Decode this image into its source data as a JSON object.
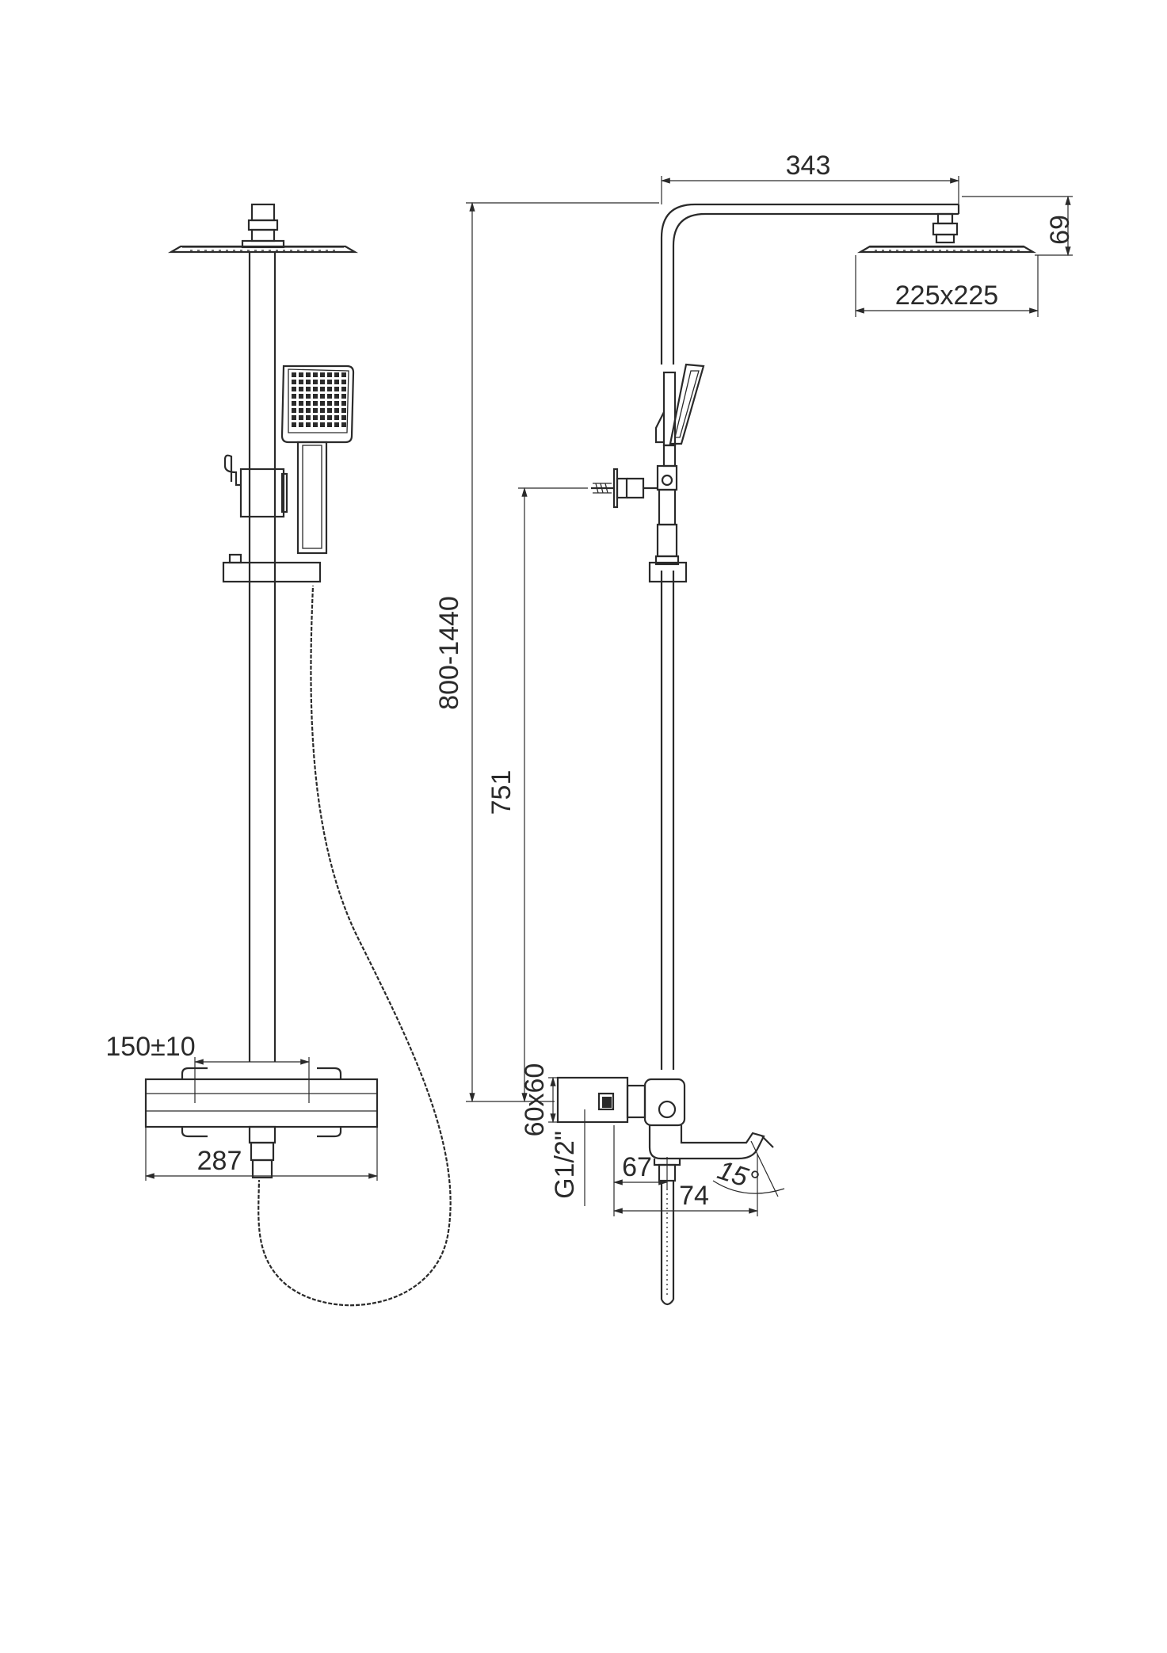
{
  "dimensions": {
    "arm_length": "343",
    "head_height": "69",
    "head_size": "225x225",
    "total_height": "800-1440",
    "holder_height": "751",
    "mixer_block": "60x60",
    "connection": "G1/2\"",
    "spout_offset": "67",
    "spout_length": "74",
    "spout_angle": "15°",
    "inlet_spacing": "150±10",
    "mixer_width": "287"
  },
  "colors": {
    "line": "#2a2a2a",
    "background": "#ffffff"
  }
}
